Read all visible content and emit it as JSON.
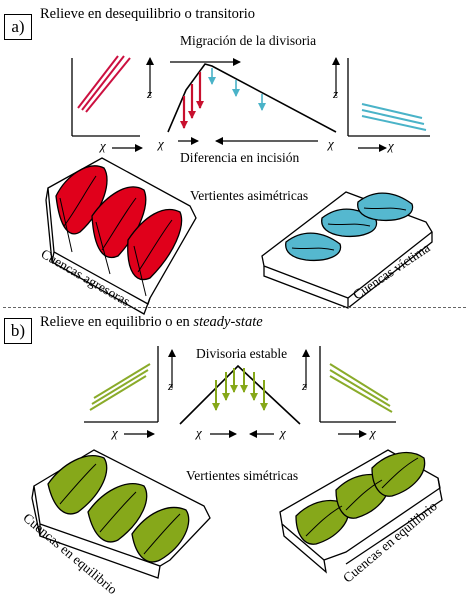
{
  "panel_a": {
    "label": "a)",
    "title": "Relieve en desequilibrio o transitorio",
    "migration": "Migración de la divisoria",
    "incision": "Diferencia en incisión",
    "slopes": "Vertientes asimétricas",
    "basins_left": "Cuencas agresoras",
    "basins_right": "Cuencas víctima",
    "chi": "χ",
    "z": "z"
  },
  "panel_b": {
    "label": "b)",
    "title_prefix": "Relieve en equilibrio o en ",
    "title_italic": "steady-state",
    "divide": "Divisoria estable",
    "slopes": "Vertientes simétricas",
    "basins_left": "Cuencas en equilibrio",
    "basins_right": "Cuencas en equilibrio",
    "chi": "χ",
    "z": "z"
  },
  "colors": {
    "aggressor": "#e0001b",
    "victim": "#55b8cf",
    "equilibrium": "#86a81a",
    "chi_red": "#cc1040",
    "chi_blue": "#4ab3c8",
    "chi_green": "#8aab2a"
  }
}
